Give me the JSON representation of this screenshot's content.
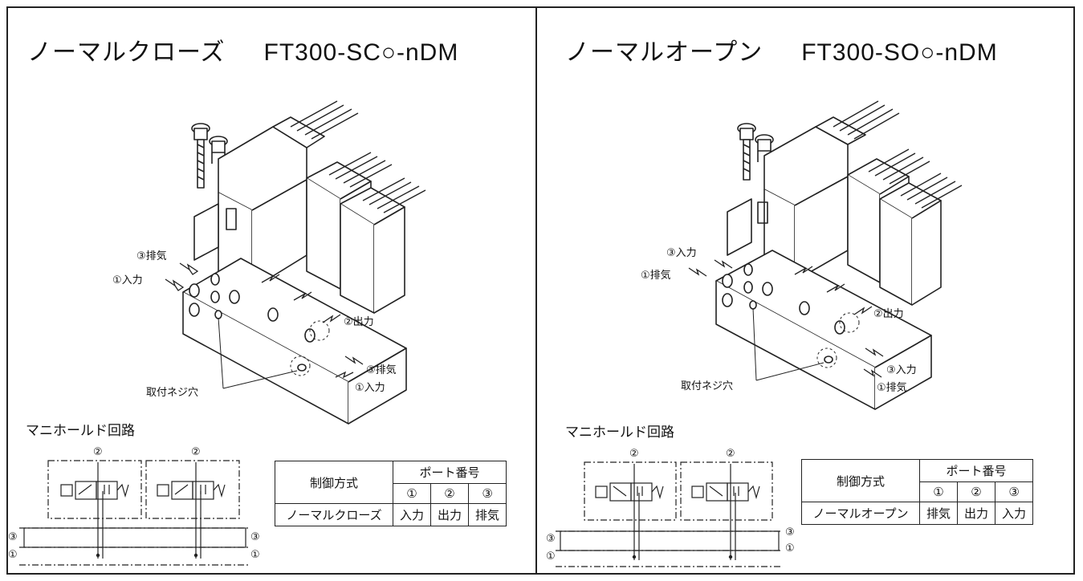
{
  "panels": [
    {
      "title": "ノーマルクローズ",
      "model": "FT300-SC○-nDM",
      "callouts": {
        "port_top_a": "③排気",
        "port_top_b": "①入力",
        "port_side": "②出力",
        "port_bottom_a": "③排気",
        "port_bottom_b": "①入力",
        "mount_hole": "取付ネジ穴"
      },
      "circuit_title": "マニホールド回路",
      "circuit_ports": {
        "top": "②",
        "rail_upper": "③",
        "rail_lower": "①"
      },
      "table": {
        "header_method": "制御方式",
        "header_port": "ポート番号",
        "port_numbers": [
          "①",
          "②",
          "③"
        ],
        "row_label": "ノーマルクローズ",
        "row_values": [
          "入力",
          "出力",
          "排気"
        ]
      }
    },
    {
      "title": "ノーマルオープン",
      "model": "FT300-SO○-nDM",
      "callouts": {
        "port_top_a": "③入力",
        "port_top_b": "①排気",
        "port_side": "②出力",
        "port_bottom_a": "③入力",
        "port_bottom_b": "①排気",
        "mount_hole": "取付ネジ穴"
      },
      "circuit_title": "マニホールド回路",
      "circuit_ports": {
        "top": "②",
        "rail_upper": "③",
        "rail_lower": "①"
      },
      "table": {
        "header_method": "制御方式",
        "header_port": "ポート番号",
        "port_numbers": [
          "①",
          "②",
          "③"
        ],
        "row_label": "ノーマルオープン",
        "row_values": [
          "排気",
          "出力",
          "入力"
        ]
      }
    }
  ]
}
